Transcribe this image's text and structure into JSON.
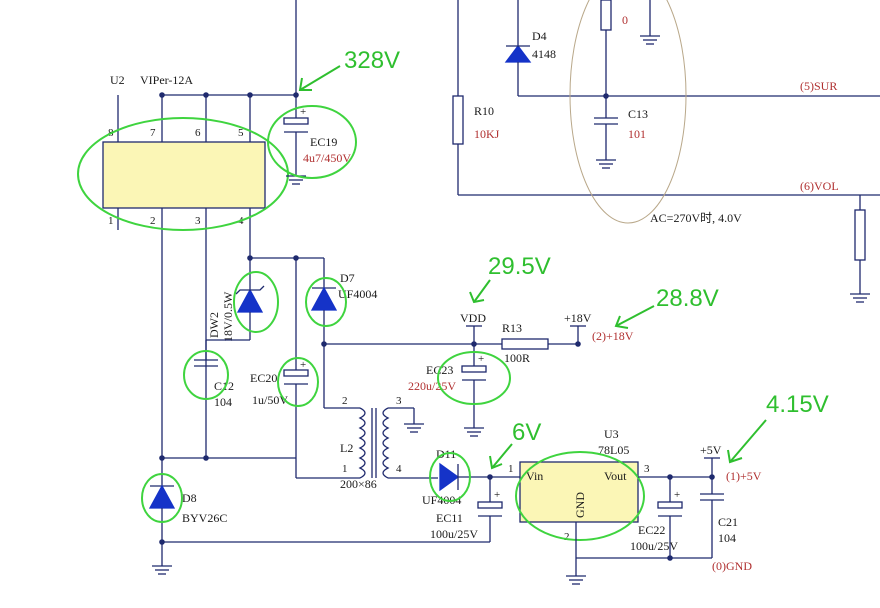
{
  "labels": {
    "u2_ref": "U2",
    "u2_part": "VIPer-12A",
    "ec19_ref": "EC19",
    "ec19_val": "4u7/450V",
    "d4_ref": "D4",
    "d4_val": "4148",
    "r10_ref": "R10",
    "r10_val": "10KJ",
    "c13_ref": "C13",
    "c13_val": "101",
    "top_val": "0",
    "sur_net": "(5)SUR",
    "vol_net": "(6)VOL",
    "ac_note": "AC=270V时, 4.0V",
    "d7_ref": "D7",
    "d7_val": "UF4004",
    "dw2_ref": "DW2",
    "dw2_val": "18V/0.5W",
    "c12_ref": "C12",
    "c12_val": "104",
    "ec20_ref": "EC20",
    "ec20_val": "1u/50V",
    "vdd_net": "VDD",
    "r13_ref": "R13",
    "r13_val": "100R",
    "p18_net": "+18V",
    "p18_out": "(2)+18V",
    "ec23_ref": "EC23",
    "ec23_val": "220u/25V",
    "l2_ref": "L2",
    "l2_val": "200×86",
    "d11_ref": "D11",
    "d11_val": "UF4004",
    "ec11_ref": "EC11",
    "ec11_val": "100u/25V",
    "u3_ref": "U3",
    "u3_part": "78L05",
    "vin_pin": "Vin",
    "vout_pin": "Vout",
    "gnd_pin": "GND",
    "ec22_ref": "EC22",
    "ec22_val": "100u/25V",
    "c21_ref": "C21",
    "c21_val": "104",
    "p5_net": "+5V",
    "p5_out": "(1)+5V",
    "d8_ref": "D8",
    "d8_val": "BYV26C",
    "gnd_out": "(0)GND"
  },
  "pins": {
    "u2_8": "8",
    "u2_7": "7",
    "u2_6": "6",
    "u2_5": "5",
    "u2_1": "1",
    "u2_2": "2",
    "u2_3": "3",
    "u2_4": "4",
    "l2_2": "2",
    "l2_3": "3",
    "l2_1": "1",
    "l2_4": "4",
    "u3_1": "1",
    "u3_2": "2",
    "u3_3": "3"
  },
  "annotations": {
    "v328": "328V",
    "v29_5": "29.5V",
    "v28_8": "28.8V",
    "v6": "6V",
    "v4_15": "4.15V"
  },
  "colors": {
    "wire": "#1f2a6e",
    "annotation": "#2fbf2f",
    "diode": "#1533c8",
    "chip_fill": "#fbf6b6",
    "net_label": "#b03030"
  }
}
